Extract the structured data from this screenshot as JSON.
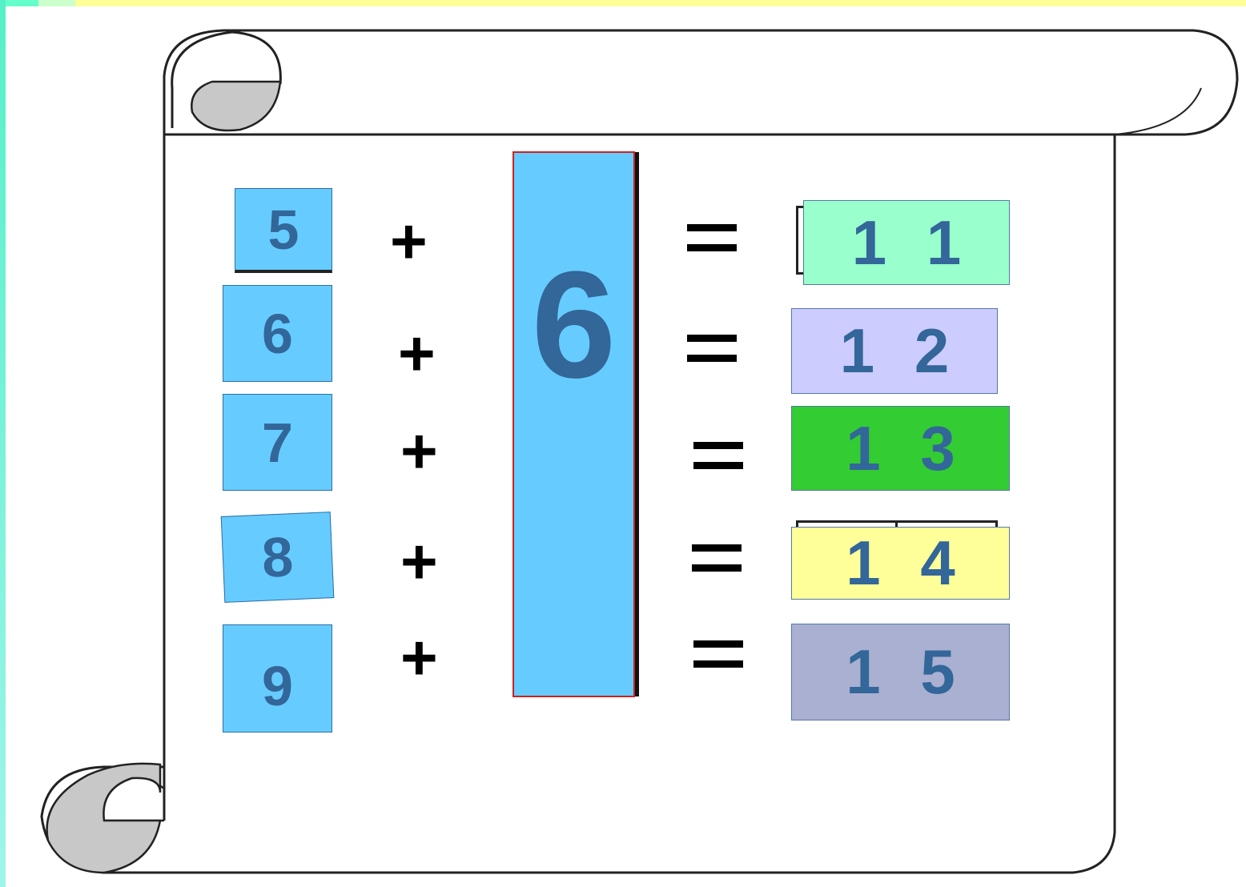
{
  "left_numbers": [
    "5",
    "6",
    "7",
    "8",
    "9"
  ],
  "plus_sign": "+",
  "added_number": "6",
  "results": [
    "1 1",
    "1 2",
    "1 3",
    "1 4",
    "1 5"
  ],
  "colors": {
    "tile_fill": "#66ccff",
    "digit_text": "#336699",
    "result_fills": [
      "#99ffcc",
      "#ccccff",
      "#33cc33",
      "#ffff99",
      "#aab0d2"
    ],
    "top_strip": "#ffff99",
    "left_strip": "#66ffcc"
  }
}
